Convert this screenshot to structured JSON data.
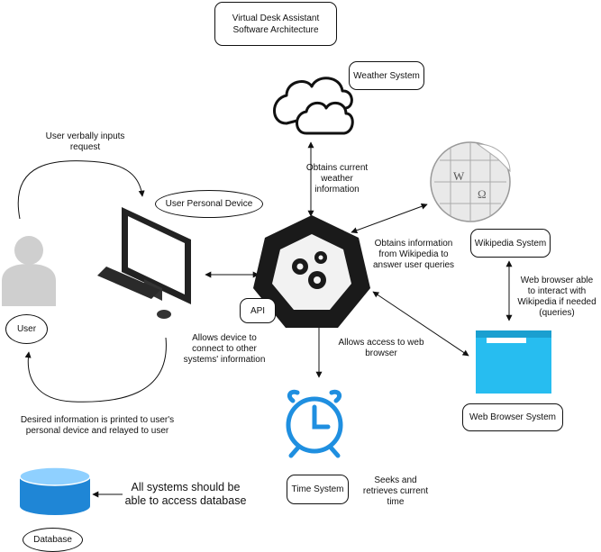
{
  "title": "Virtual Desk Assistant\nSoftware Architecture",
  "nodes": {
    "weather": "Weather System",
    "user_device": "User Personal Device",
    "wikipedia": "Wikipedia System",
    "api": "API",
    "user": "User",
    "web_browser": "Web Browser System",
    "time": "Time System",
    "database": "Database"
  },
  "annotations": {
    "user_input": "User verbally inputs\nrequest",
    "weather_info": "Obtains current\nweather\ninformation",
    "wiki_info": "Obtains information\nfrom Wikipedia to\nanswer user queries",
    "browser_wiki": "Web browser able\nto interact with\nWikipedia if needed\n(queries)",
    "device_connect": "Allows device to\nconnect to other\nsystems' information",
    "web_access": "Allows access to web\nbrowser",
    "output": "Desired information is printed to user's\npersonal device and relayed to user",
    "time_info": "Seeks and\nretrieves current\ntime",
    "database_note": "All systems should be\nable to access database"
  },
  "colors": {
    "hub": "#1a1a1a",
    "browser_blue": "#27bdf0",
    "database_blue": "#1f86d6",
    "user_gray": "#cfcfcf",
    "cloud_line": "#111111"
  },
  "icons": [
    "cloud-icon",
    "computer-monitor-icon",
    "api-gear-hub-icon",
    "wikipedia-globe-icon",
    "user-silhouette-icon",
    "browser-window-icon",
    "alarm-clock-icon",
    "database-cylinder-icon"
  ]
}
